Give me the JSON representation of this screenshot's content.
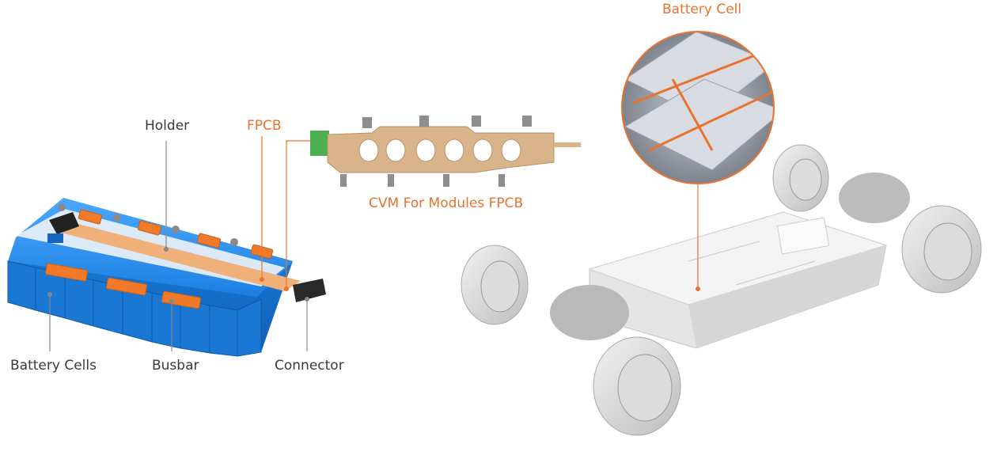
{
  "labels": {
    "holder": "Holder",
    "fpcb": "FPCB",
    "battery_cells": "Battery Cells",
    "busbar": "Busbar",
    "connector": "Connector",
    "cvm_fpcb": "CVM For Modules FPCB",
    "battery_cell": "Battery Cell"
  },
  "colors": {
    "accent": "#e8732e",
    "cell_blue": "#1e88e5",
    "busbar_orange": "#f07a2a",
    "fpcb_tan": "#d9b48a",
    "chassis_grey": "#d9d9d9",
    "label_dark": "#3a3a3a"
  }
}
